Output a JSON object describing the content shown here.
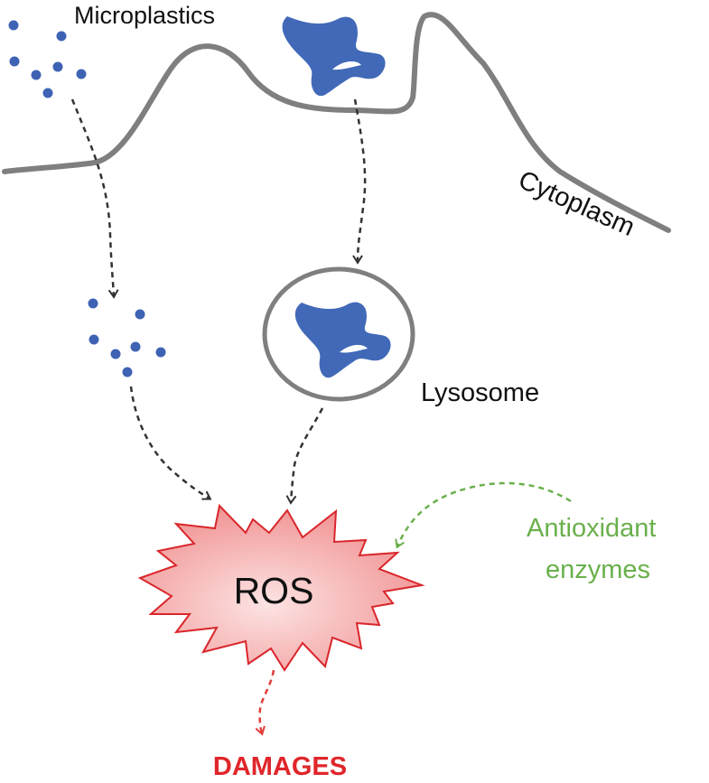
{
  "labels": {
    "microplastics": "Microplastics",
    "cytoplasm": "Cytoplasm",
    "lysosome": "Lysosome",
    "ros": "ROS",
    "antioxidant_line1": "Antioxidant",
    "antioxidant_line2": "enzymes",
    "damages": "DAMAGES"
  },
  "colors": {
    "particle": "#3f63b4",
    "membrane": "#7f7f7f",
    "arrow_dark": "#333333",
    "arrow_green": "#6ab04c",
    "arrow_red": "#e0403a",
    "ros_fill": "#f6a6a6",
    "ros_stroke": "#d9262b",
    "damages_text": "#e0262b",
    "antioxidant_text": "#6ab04c"
  }
}
